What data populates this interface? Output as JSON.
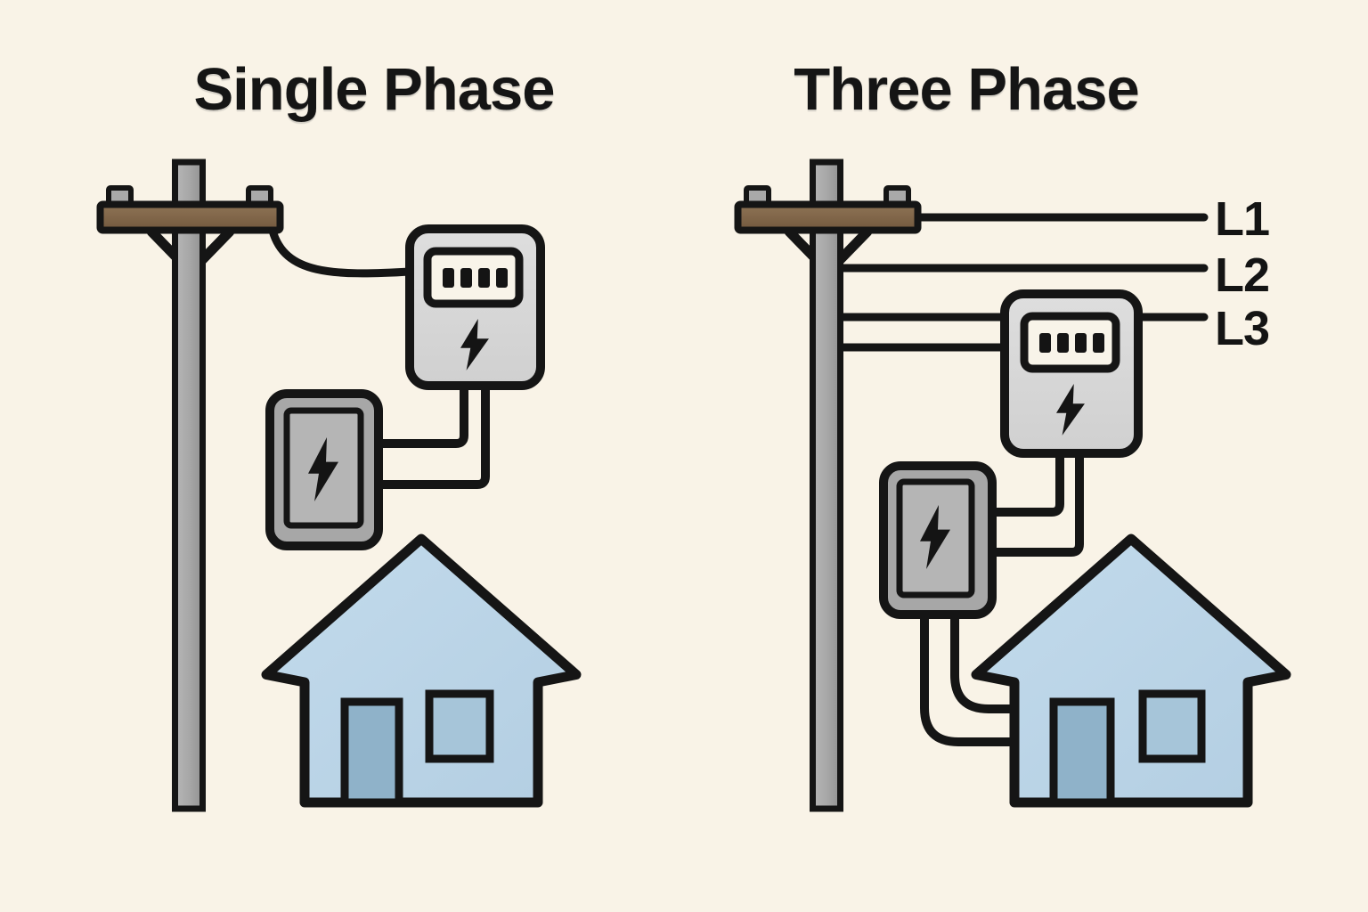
{
  "illustration": {
    "left_panel": {
      "title": "Single Phase"
    },
    "right_panel": {
      "title": "Three Phase",
      "line_labels": [
        "L1",
        "L2",
        "L3"
      ]
    }
  },
  "colors": {
    "background": "#f9f3e7",
    "outline_black": "#151515",
    "pole_gray": "#a4a4a4",
    "crossarm_brown": "#83684a",
    "insulator_gray": "#a9a9a9",
    "meter_gray": "#d8d8d8",
    "meter_display_cream": "#f8f4e9",
    "breaker_panel_gray": "#a7a7a7",
    "breaker_panel_inner_gray": "#b5b5b5",
    "house_blue": "#bdd6e9",
    "door_blue": "#8fb2c9",
    "window_blue": "#a6c5d9"
  }
}
